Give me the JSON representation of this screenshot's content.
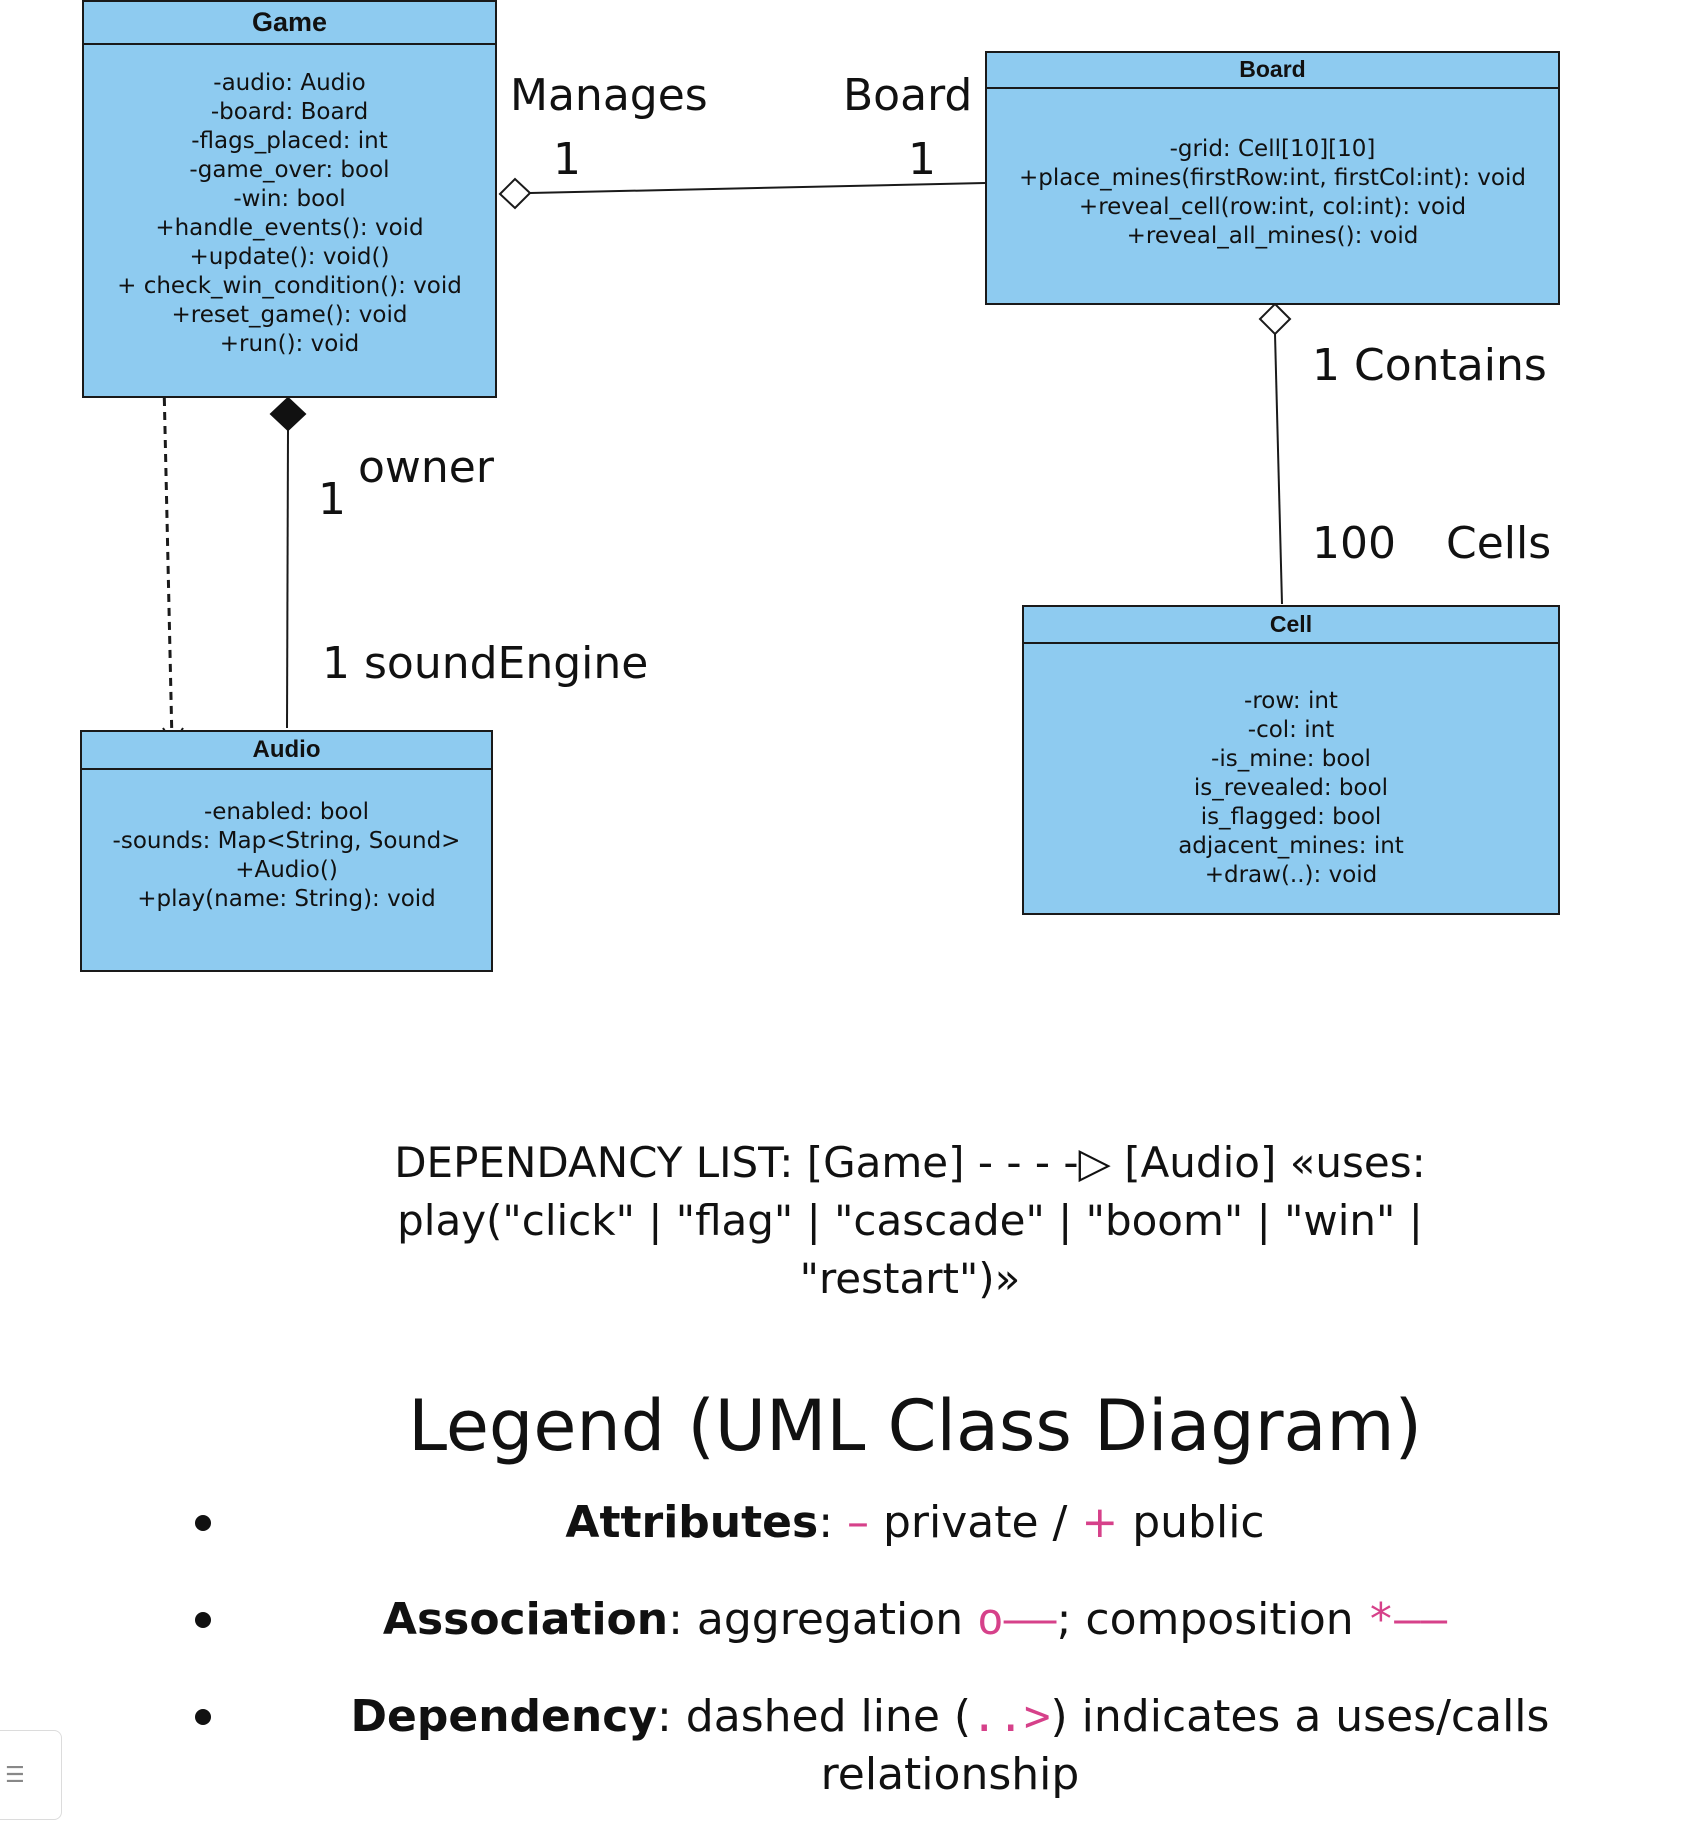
{
  "diagram": {
    "classes": {
      "game": {
        "name": "Game",
        "members": [
          "-audio: Audio",
          "-board: Board",
          "-flags_placed: int",
          "-game_over: bool",
          "-win: bool",
          "+handle_events(): void",
          "+update(): void()",
          "+ check_win_condition(): void",
          "+reset_game(): void",
          "+run(): void"
        ]
      },
      "board": {
        "name": "Board",
        "members": [
          "-grid: Cell[10][10]",
          "+place_mines(firstRow:int, firstCol:int): void",
          "+reveal_cell(row:int, col:int): void",
          "+reveal_all_mines(): void"
        ]
      },
      "audio": {
        "name": "Audio",
        "members": [
          "-enabled: bool",
          "-sounds: Map<String, Sound>",
          "+Audio()",
          "+play(name: String): void"
        ]
      },
      "cell": {
        "name": "Cell",
        "members": [
          "-row: int",
          "-col: int",
          "-is_mine: bool",
          "is_revealed: bool",
          "is_flagged: bool",
          "adjacent_mines: int",
          "+draw(..): void"
        ]
      }
    },
    "relations": {
      "game_board": {
        "type": "aggregation",
        "role_source": "Manages",
        "mult_source": "1",
        "role_target": "Board",
        "mult_target": "1"
      },
      "board_cell": {
        "type": "aggregation",
        "label_source": "1 Contains",
        "mult_target": "100",
        "role_target": "Cells"
      },
      "game_audio": {
        "type": "composition",
        "role_source": "owner",
        "mult_source": "1",
        "label_target": "1 soundEngine"
      },
      "game_audio_dependency": {
        "type": "dependency"
      }
    }
  },
  "dependency_list": {
    "text": "DEPENDANCY LIST: [Game] - - - -▷ [Audio]  «uses: play(\"click\" | \"flag\" | \"cascade\" | \"boom\" | \"win\" | \"restart\")»"
  },
  "legend": {
    "title": "Legend (UML Class Diagram)",
    "items": [
      {
        "term": "Attributes",
        "after_term": ": ",
        "private_symbol": "–",
        "private_text": " private / ",
        "public_symbol": "+",
        "public_text": " public"
      },
      {
        "term": "Association",
        "after_term": ": aggregation ",
        "aggregation_symbol": "o––",
        "middle_text": "; composition ",
        "composition_symbol": "*––"
      },
      {
        "term": "Dependency",
        "after_term": ": dashed line (",
        "dependency_symbol": "..>",
        "rest_text": ") indicates a uses/calls relationship"
      }
    ]
  },
  "colors": {
    "class_fill": "#8ecbf0",
    "class_border": "#1a1a1a",
    "legend_symbol": "#d6418a"
  }
}
